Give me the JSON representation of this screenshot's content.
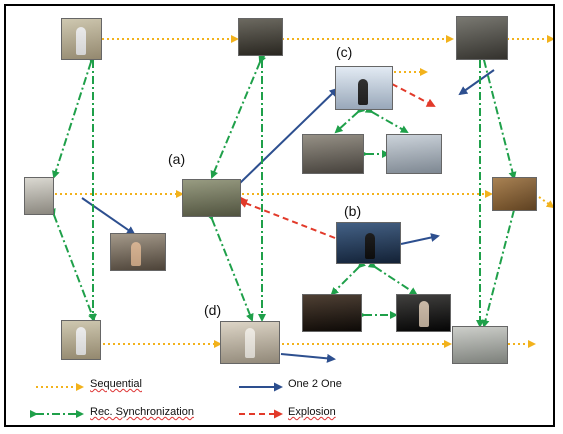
{
  "nodes": {
    "a": {
      "label": "(a)"
    },
    "b": {
      "label": "(b)"
    },
    "c": {
      "label": "(c)"
    },
    "d": {
      "label": "(d)"
    }
  },
  "legend": {
    "sequential": "Sequential",
    "one2one": "One 2 One",
    "sync": "Rec. Synchronization",
    "explosion": "Explosion"
  },
  "colors": {
    "sequential": "#f2b21c",
    "one2one": "#2d4f8f",
    "sync": "#1fa04a",
    "explosion": "#e23a2a"
  }
}
